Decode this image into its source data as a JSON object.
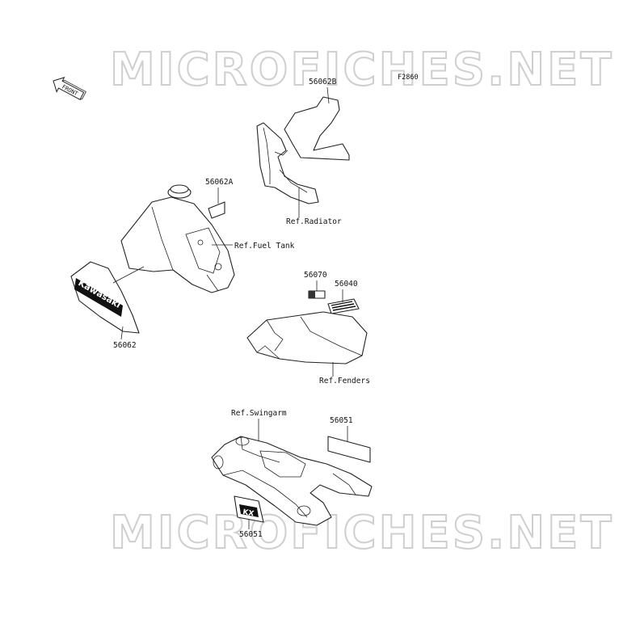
{
  "watermarks": {
    "top": "MICROFICHES.NET",
    "bottom": "MICROFICHES.NET"
  },
  "figure_id": "F2860",
  "front_marker": "FRONT",
  "callouts": {
    "decal_56062b": "56062B",
    "ref_radiator": "Ref.Radiator",
    "decal_56062a": "56062A",
    "ref_fuel_tank": "Ref.Fuel Tank",
    "decal_56062": "56062",
    "label_56070": "56070",
    "label_56040": "56040",
    "ref_fenders": "Ref.Fenders",
    "ref_swingarm": "Ref.Swingarm",
    "decal_56051_right": "56051",
    "decal_56051_bottom": "56051"
  },
  "brand_logo_text": "Kawasaki",
  "swingarm_decal_text": "KX"
}
